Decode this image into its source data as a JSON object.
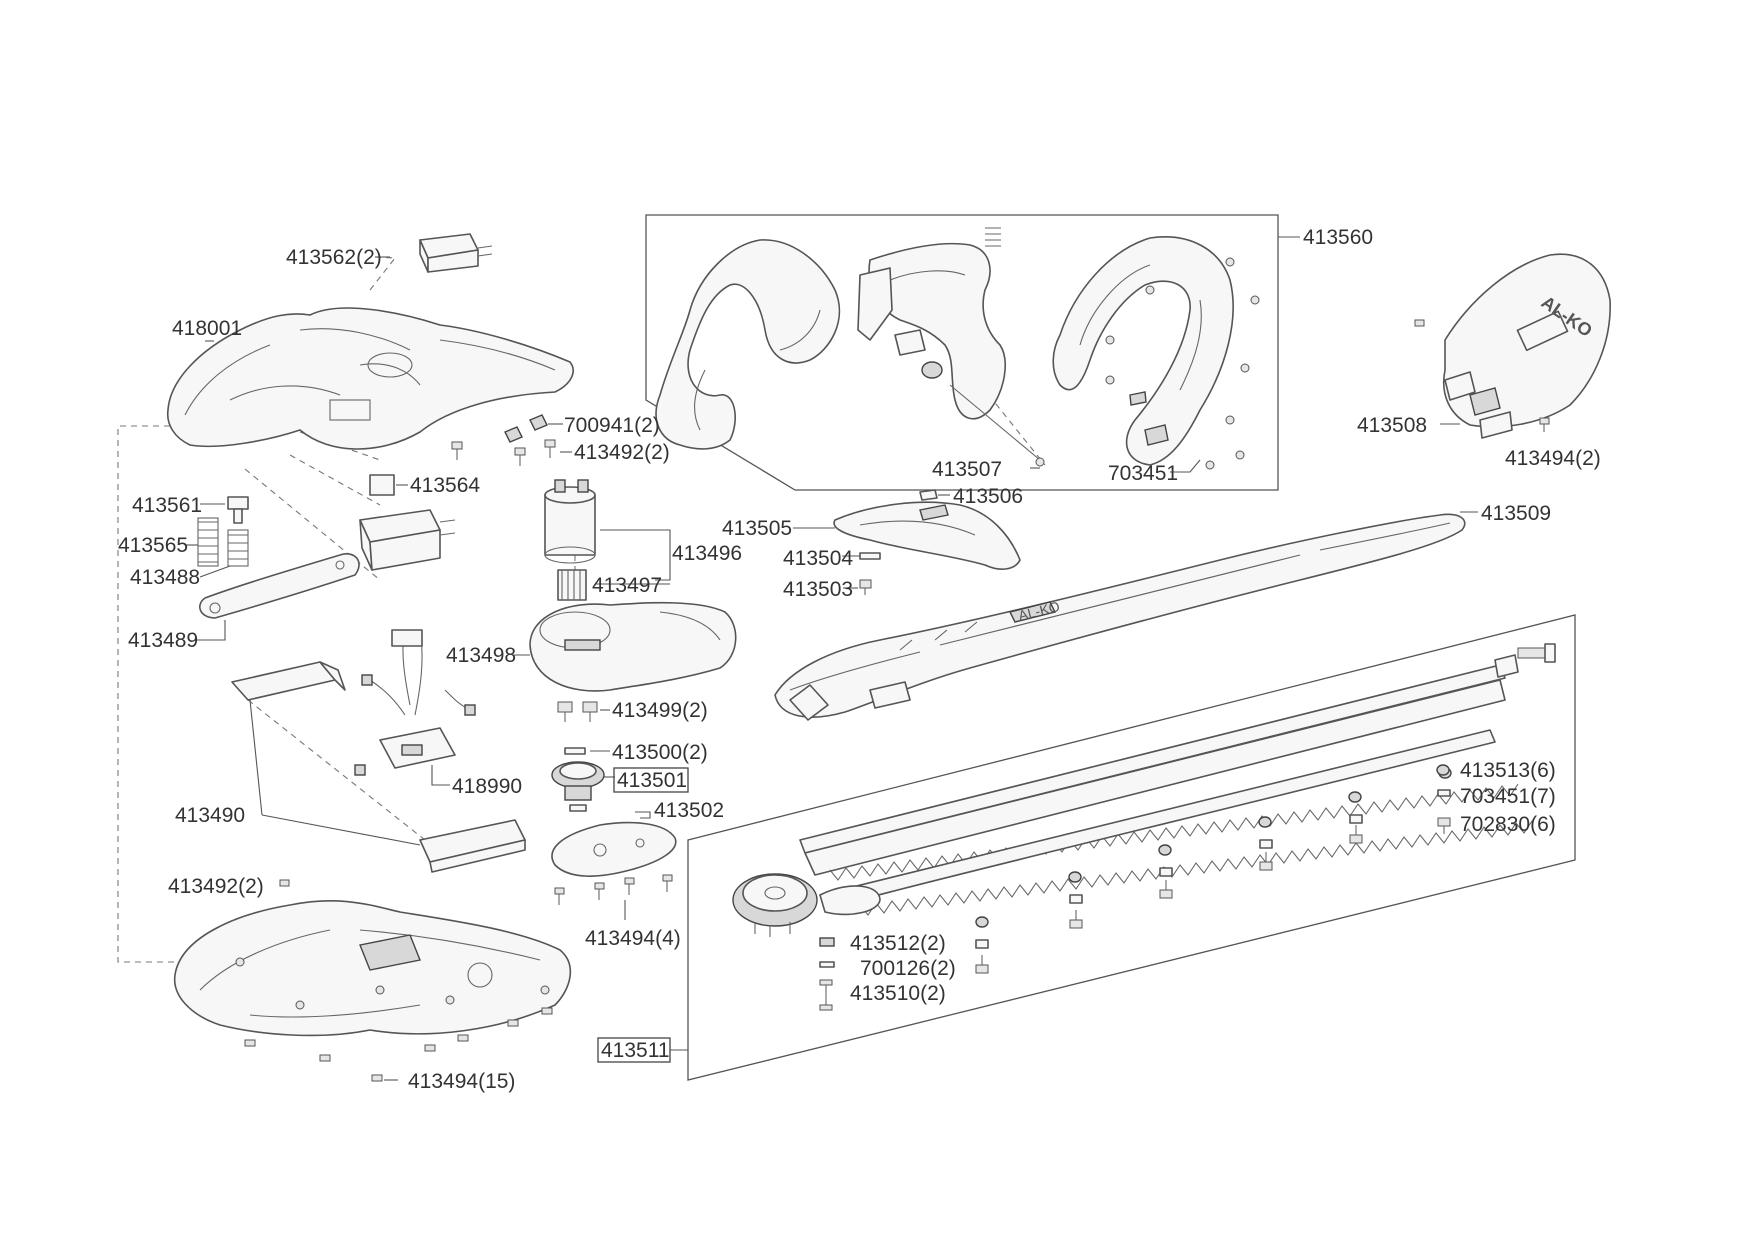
{
  "diagram": {
    "labels": {
      "p413562": "413562(2)",
      "p418001": "418001",
      "p700941": "700941(2)",
      "p413492a": "413492(2)",
      "p413564": "413564",
      "p413561": "413561",
      "p413565": "413565",
      "p413488": "413488",
      "p413489": "413489",
      "p413496": "413496",
      "p413497": "413497",
      "p413498": "413498",
      "p413499": "413499(2)",
      "p413500": "413500(2)",
      "p413501": "413501",
      "p413502": "413502",
      "p418990": "418990",
      "p413490": "413490",
      "p413492b": "413492(2)",
      "p413494a": "413494(4)",
      "p413494b": "413494(15)",
      "p413560": "413560",
      "p413507": "413507",
      "p703451a": "703451",
      "p413508": "413508",
      "p413494c": "413494(2)",
      "p413506": "413506",
      "p413505": "413505",
      "p413504": "413504",
      "p413503": "413503",
      "p413509": "413509",
      "p413513": "413513(6)",
      "p703451b": "703451(7)",
      "p702830": "702830(6)",
      "p413512": "413512(2)",
      "p700126": "700126(2)",
      "p413510": "413510(2)",
      "p413511": "413511"
    },
    "logo_text": "AL-KO"
  }
}
